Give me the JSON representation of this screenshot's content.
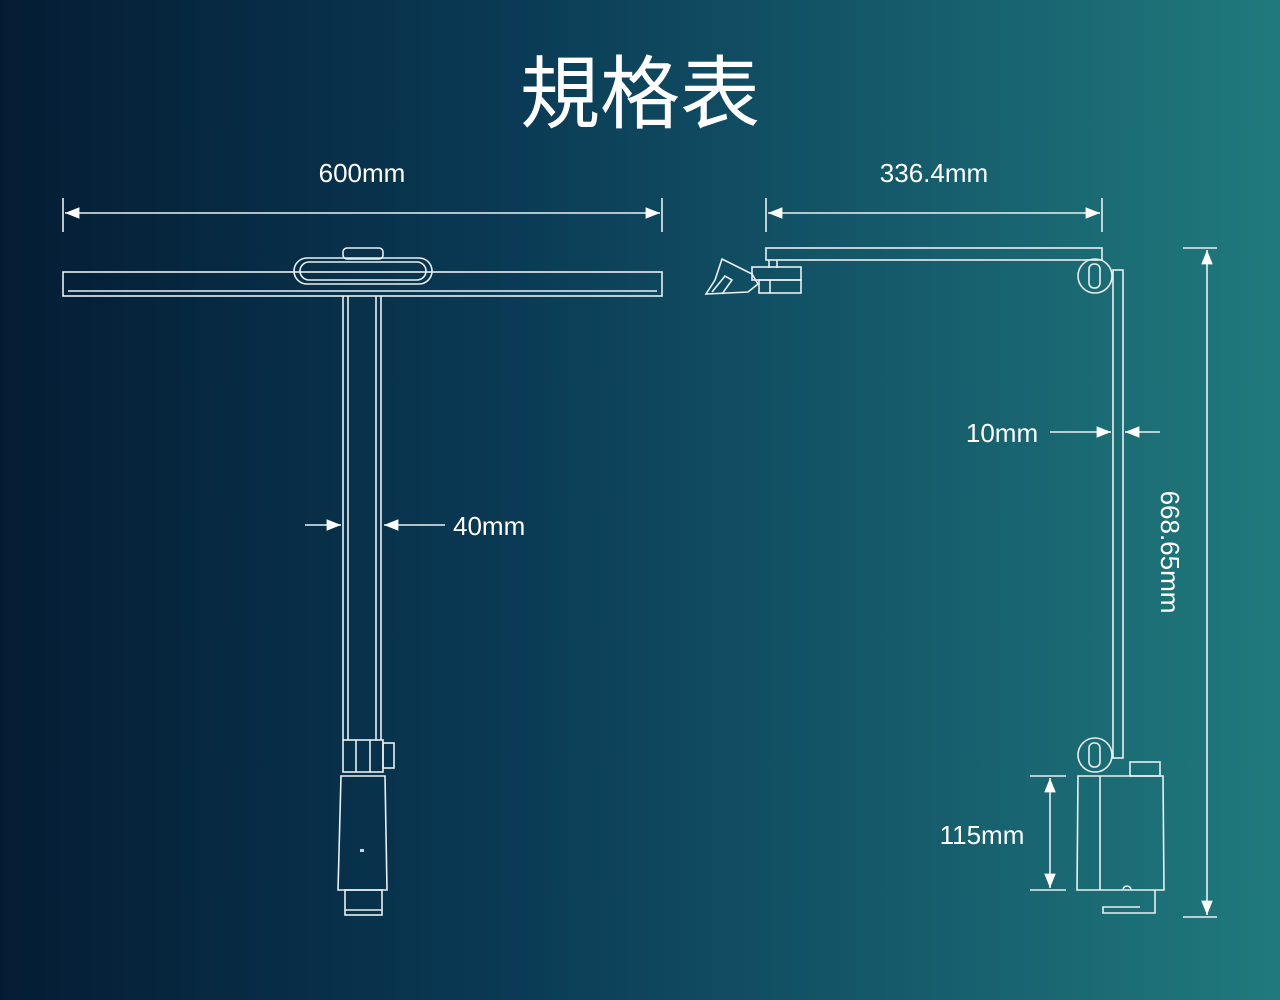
{
  "title": "規格表",
  "front_view": {
    "width_label": "600mm",
    "pole_width_label": "40mm"
  },
  "side_view": {
    "arm_length_label": "336.4mm",
    "pole_thickness_label": "10mm",
    "height_label": "668.65mm",
    "base_height_label": "115mm"
  }
}
